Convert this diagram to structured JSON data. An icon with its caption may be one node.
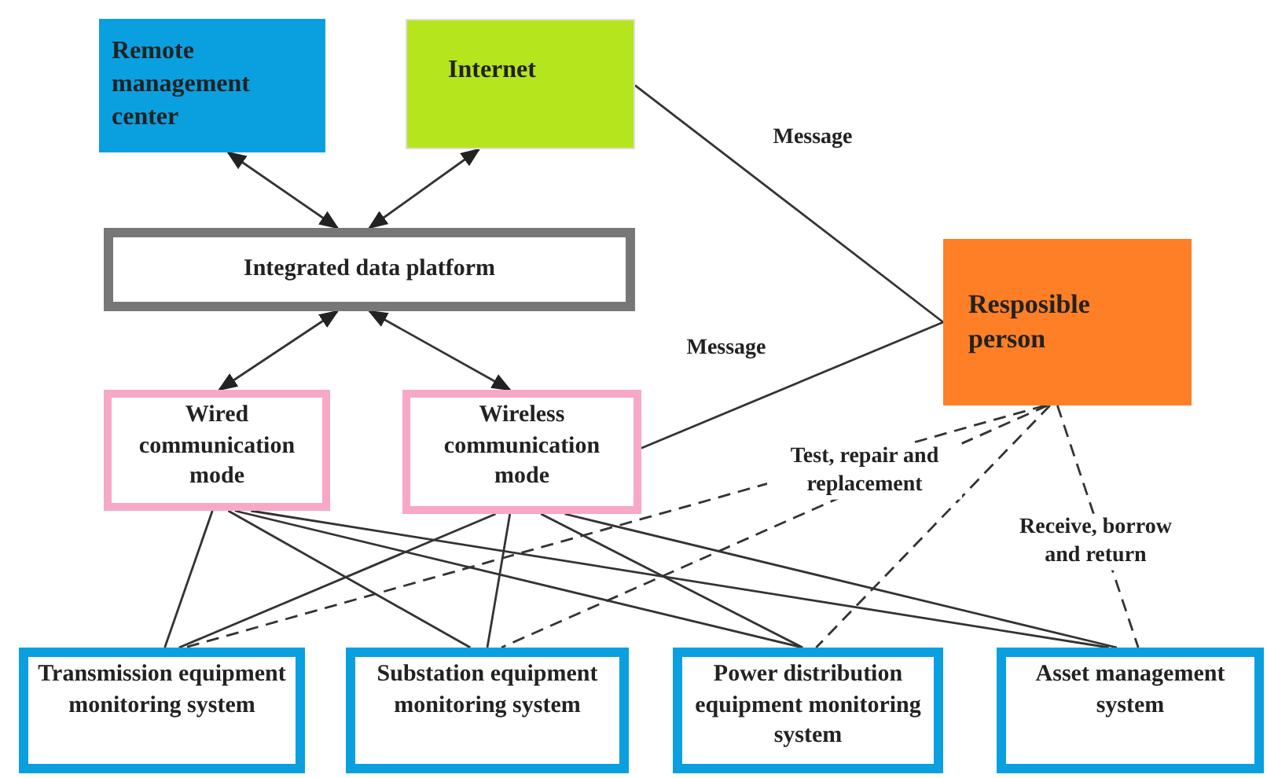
{
  "diagram": {
    "nodes": [
      {
        "text": [
          "Remote management center"
        ]
      },
      {
        "text": [
          "Internet"
        ]
      },
      {
        "text": [
          "Integrated data platform"
        ]
      },
      {
        "text": [
          "Wired communication mode"
        ]
      },
      {
        "text": [
          "Wireless communication mode"
        ]
      },
      {
        "text": [
          "Resposible person"
        ]
      },
      {
        "text": [
          "Transmission equipment monitoring system"
        ]
      },
      {
        "text": [
          "Substation equipment monitoring system"
        ]
      },
      {
        "text": [
          "Power distribution equipment monitoring system"
        ]
      },
      {
        "text": [
          "Asset management system"
        ]
      }
    ],
    "edges": [
      {
        "from": 2,
        "to": 0,
        "arrow": "both"
      },
      {
        "from": 2,
        "to": 1,
        "arrow": "both"
      },
      {
        "from": 2,
        "to": 3,
        "arrow": "both"
      },
      {
        "from": 2,
        "to": 4,
        "arrow": "both"
      },
      {
        "from": 1,
        "to": 5,
        "arrow": "none",
        "label": "Message"
      },
      {
        "from": 4,
        "to": 5,
        "arrow": "none",
        "label": "Message"
      },
      {
        "from": 3,
        "to": 6,
        "arrow": "none"
      },
      {
        "from": 3,
        "to": 7,
        "arrow": "none"
      },
      {
        "from": 3,
        "to": 8,
        "arrow": "none"
      },
      {
        "from": 3,
        "to": 9,
        "arrow": "none"
      },
      {
        "from": 4,
        "to": 6,
        "arrow": "none"
      },
      {
        "from": 4,
        "to": 7,
        "arrow": "none"
      },
      {
        "from": 4,
        "to": 8,
        "arrow": "none"
      },
      {
        "from": 4,
        "to": 9,
        "arrow": "none"
      },
      {
        "from": 5,
        "to": 6,
        "arrow": "none",
        "style": "dashed"
      },
      {
        "from": 5,
        "to": 7,
        "arrow": "none",
        "style": "dashed",
        "label": "Test, repair and replacement"
      },
      {
        "from": 5,
        "to": 8,
        "arrow": "none",
        "style": "dashed"
      },
      {
        "from": 5,
        "to": 9,
        "arrow": "none",
        "style": "dashed",
        "label": "Receive, borrow and return"
      }
    ]
  }
}
